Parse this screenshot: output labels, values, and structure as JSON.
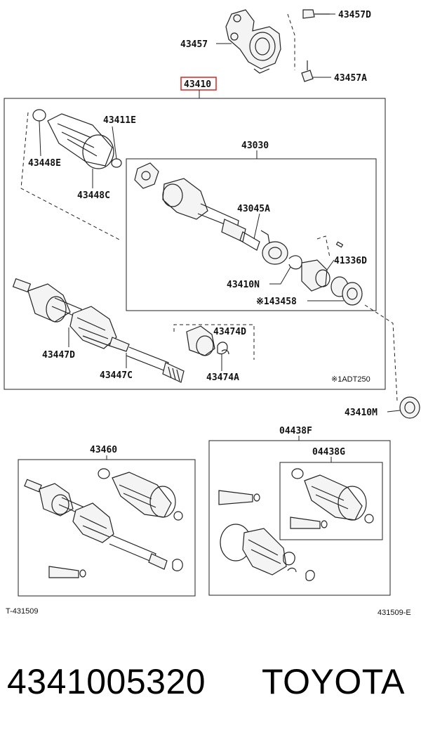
{
  "labels": {
    "l43457D": "43457D",
    "l43457": "43457",
    "l43457A": "43457A",
    "l43410": "43410",
    "l43411E": "43411E",
    "l43448E": "43448E",
    "l43448C": "43448C",
    "l43030": "43030",
    "l43045A": "43045A",
    "l41336D": "41336D",
    "l43410N": "43410N",
    "l143458": "※143458",
    "l43447D": "43447D",
    "l43447C": "43447C",
    "l43474D": "43474D",
    "l43474A": "43474A",
    "note": "※1ADT250",
    "l43410M": "43410M",
    "l04438F": "04438F",
    "l04438G": "04438G",
    "l43460": "43460",
    "code_left": "T-431509",
    "code_right": "431509-E"
  },
  "footer": {
    "part_number": "4341005320",
    "brand": "TOYOTA"
  },
  "colors": {
    "highlight": "#e03030",
    "ink": "#222222"
  }
}
